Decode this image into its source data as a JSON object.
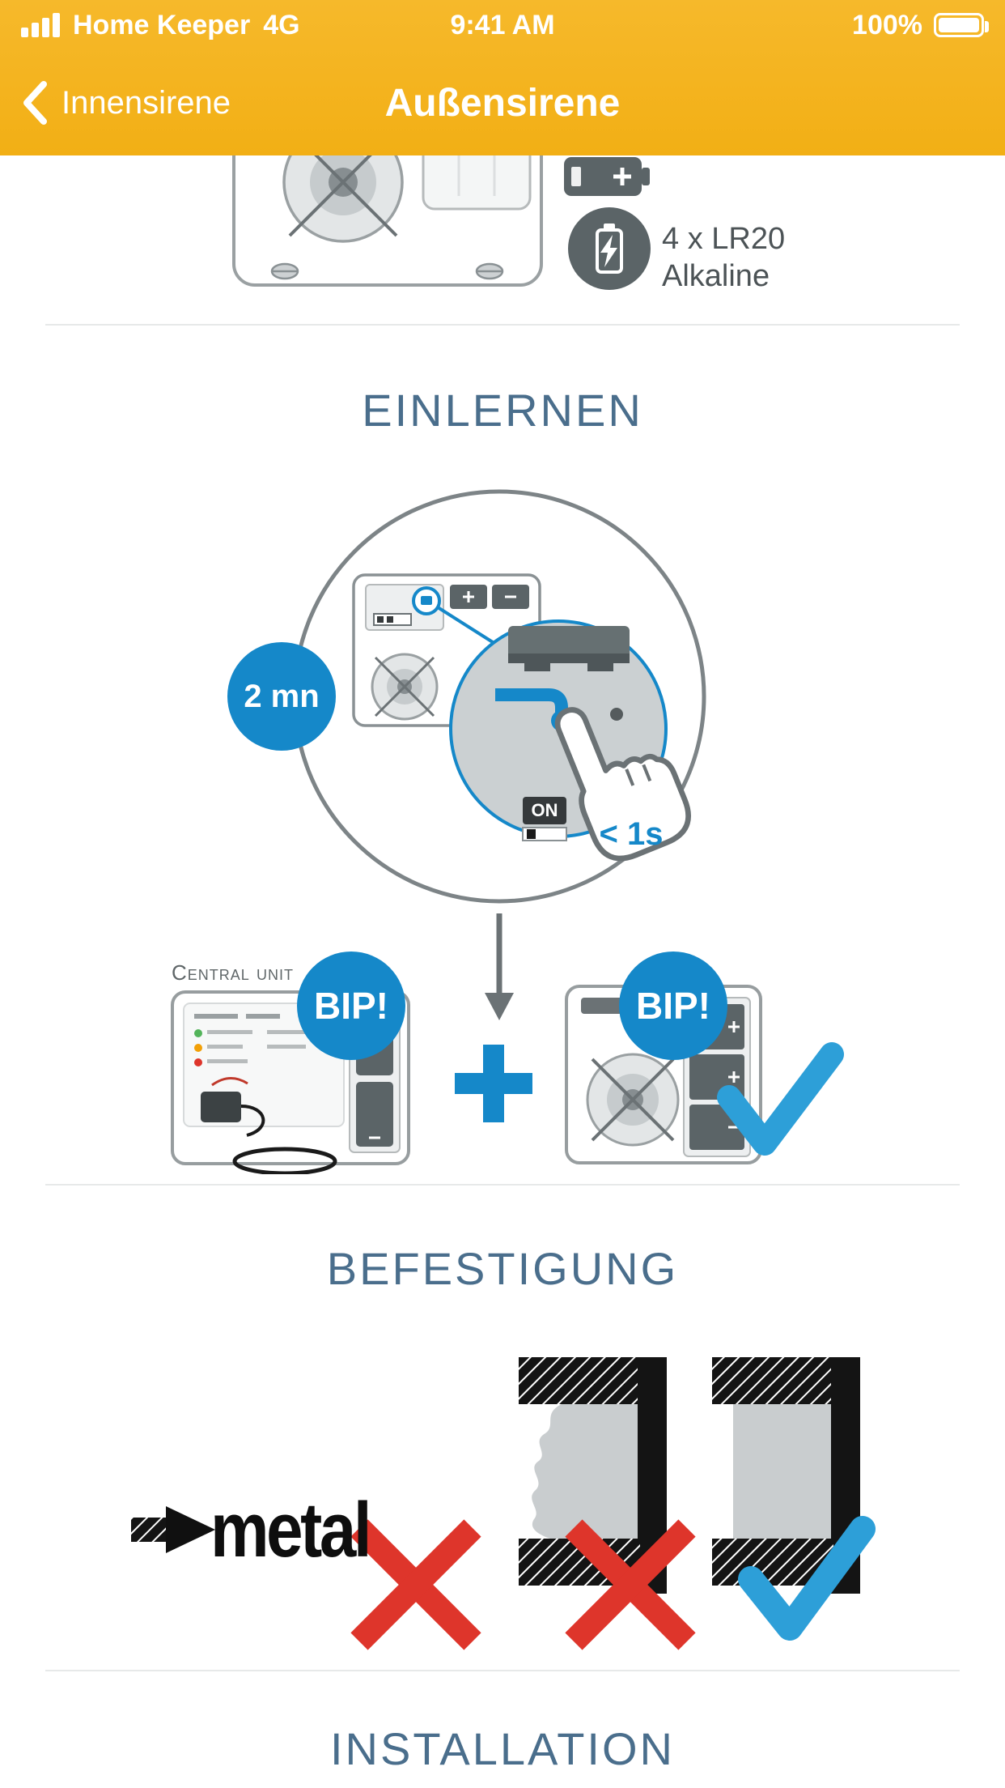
{
  "status_bar": {
    "carrier": "Home Keeper",
    "network": "4G",
    "time": "9:41 AM",
    "battery_percent": "100%"
  },
  "nav_bar": {
    "back_label": "Innensirene",
    "title": "Außensirene"
  },
  "device_info": {
    "battery_spec_line1": "4 x LR20",
    "battery_spec_line2": "Alkaline"
  },
  "einlernen": {
    "heading": "EINLERNEN",
    "duration_badge": "2 mn",
    "press_duration": "< 1s",
    "dip_label": "ON",
    "central_unit_label": "Central unit",
    "bip_badge": "BIP!"
  },
  "befestigung": {
    "heading": "BEFESTIGUNG",
    "metal_label": "metal"
  },
  "installation": {
    "heading": "INSTALLATION"
  },
  "colors": {
    "header_yellow": "#F4B31F",
    "heading_blue": "#4A6E8C",
    "accent_blue": "#1588C9",
    "check_blue": "#2D9FD8",
    "error_red": "#DE352B",
    "illustration_gray": "#5B6467"
  },
  "icons": {
    "signal-strength-icon": "4-bars",
    "battery-icon": "battery-full",
    "back-chevron-icon": "‹",
    "battery-badge-icon": "battery-lightning",
    "hand-cursor-icon": "pointing-hand",
    "down-arrow-icon": "↓",
    "plus-icon": "+",
    "check-icon": "✓",
    "cross-icon": "✕",
    "metal-screw-icon": "screw-arrow"
  }
}
